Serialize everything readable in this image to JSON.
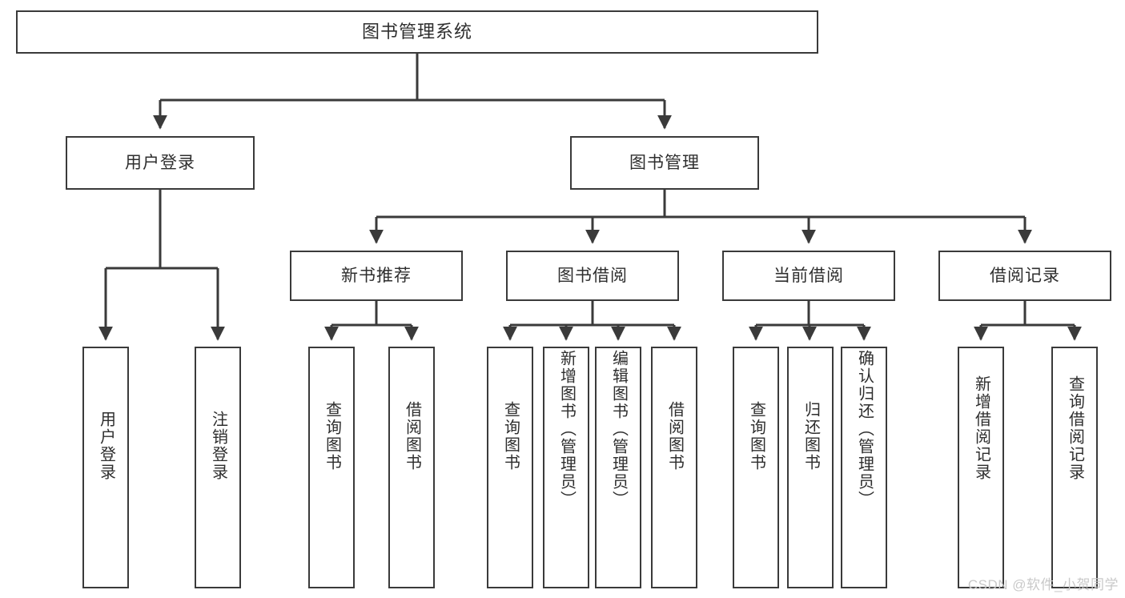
{
  "diagram": {
    "title": "图书管理系统",
    "type": "tree-hierarchy-chart",
    "watermark": "CSDN @软件_小贺同学",
    "colors": {
      "stroke": "#3a3a3a",
      "text": "#2e2e2e",
      "background": "#ffffff",
      "watermark": "#c9c9c9"
    },
    "nodes": {
      "root": {
        "label": "图书管理系统"
      },
      "level2": [
        {
          "label": "用户登录"
        },
        {
          "label": "图书管理"
        }
      ],
      "level3": [
        {
          "label": "新书推荐"
        },
        {
          "label": "图书借阅"
        },
        {
          "label": "当前借阅"
        },
        {
          "label": "借阅记录"
        }
      ],
      "leaves": {
        "user_login": [
          {
            "label": "用户登录"
          },
          {
            "label": "注销登录"
          }
        ],
        "new_book_recommend": [
          {
            "label": "查询图书"
          },
          {
            "label": "借阅图书"
          }
        ],
        "book_borrow": [
          {
            "label": "查询图书"
          },
          {
            "label": "新增图书（管理员）"
          },
          {
            "label": "编辑图书（管理员）"
          },
          {
            "label": "借阅图书"
          }
        ],
        "current_borrow": [
          {
            "label": "查询图书"
          },
          {
            "label": "归还图书"
          },
          {
            "label": "确认归还（管理员）"
          }
        ],
        "borrow_record": [
          {
            "label": "新增借阅记录"
          },
          {
            "label": "查询借阅记录"
          }
        ]
      }
    }
  }
}
